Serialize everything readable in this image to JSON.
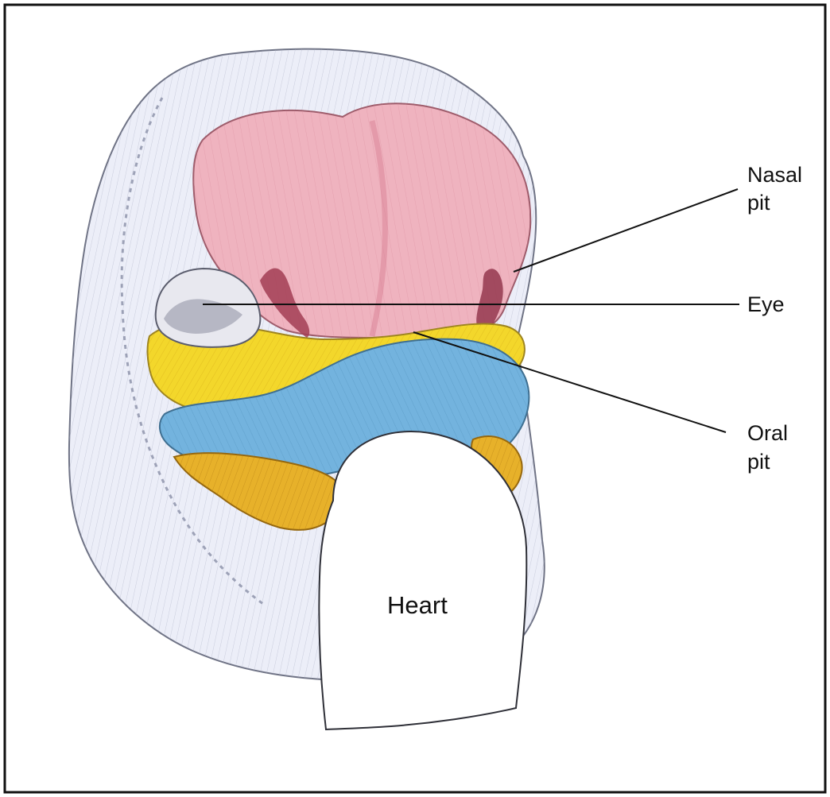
{
  "labels": {
    "nasal_pit_line1": "Nasal",
    "nasal_pit_line2": "pit",
    "eye": "Eye",
    "oral_pit_line1": "Oral",
    "oral_pit_line2": "pit",
    "heart": "Heart"
  },
  "colors": {
    "background": "#ffffff",
    "frame": "#111111",
    "head_outline": "#6f7385",
    "head_fill": "#eceef8",
    "frontonasal": "#efb3bf",
    "maxillary": "#f3d72b",
    "mandibular": "#73b3de",
    "lower_arch": "#e7b12a",
    "eye": "#e8e8ef",
    "heart_fill": "#ffffff",
    "leader_lines": "#111111"
  }
}
